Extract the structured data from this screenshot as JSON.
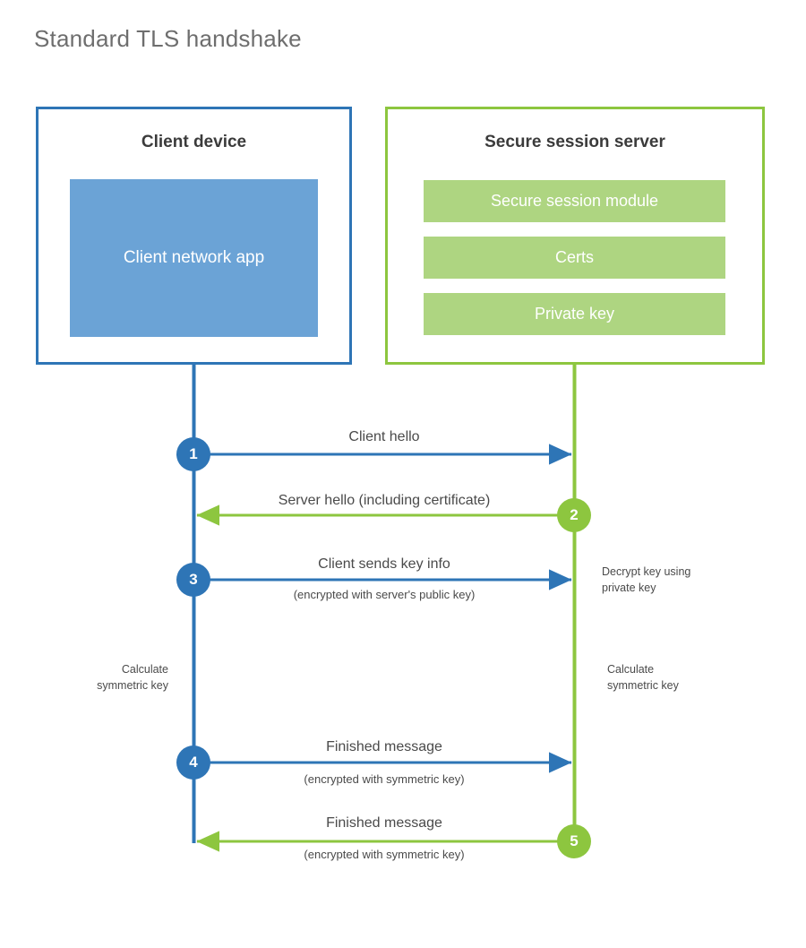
{
  "title": "Standard TLS handshake",
  "colors": {
    "client_border": "#2E75B6",
    "client_fill": "#6BA3D6",
    "server_border": "#8DC63F",
    "server_fill": "#AED581",
    "title_text": "#6e6e6e",
    "body_text": "#4a4a4a",
    "background": "#ffffff"
  },
  "parties": {
    "client": {
      "title": "Client device",
      "block_label": "Client network app"
    },
    "server": {
      "title": "Secure session server",
      "bars": [
        {
          "label": "Secure session module"
        },
        {
          "label": "Certs"
        },
        {
          "label": "Private key"
        }
      ]
    }
  },
  "steps": [
    {
      "number": "1",
      "side": "client",
      "direction": "right",
      "primary": "Client hello",
      "secondary": ""
    },
    {
      "number": "2",
      "side": "server",
      "direction": "left",
      "primary": "Server hello (including certificate)",
      "secondary": ""
    },
    {
      "number": "3",
      "side": "client",
      "direction": "right",
      "primary": "Client sends key info",
      "secondary": "(encrypted with server's public key)"
    },
    {
      "number": "4",
      "side": "client",
      "direction": "right",
      "primary": "Finished message",
      "secondary": "(encrypted with symmetric key)"
    },
    {
      "number": "5",
      "side": "server",
      "direction": "left",
      "primary": "Finished message",
      "secondary": "(encrypted with symmetric key)"
    }
  ],
  "notes": {
    "decrypt_key": "Decrypt key using\nprivate key",
    "client_calculate": "Calculate\nsymmetric key",
    "server_calculate": "Calculate\nsymmetric key"
  }
}
